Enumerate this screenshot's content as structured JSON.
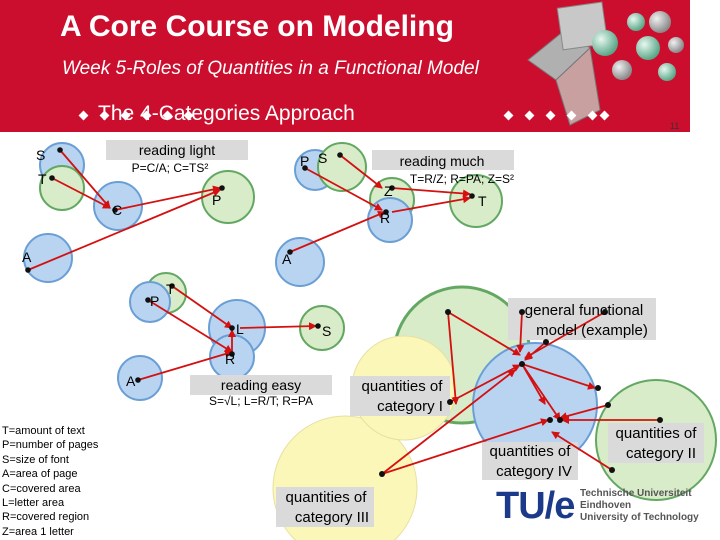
{
  "header": {
    "title": "A Core Course on Modeling",
    "subtitle": "Week 5-Roles of Quantities in a Functional Model",
    "approach": "The 4-Categories Approach",
    "slide_number": "11"
  },
  "diagram": {
    "reading_light": {
      "label": "reading light",
      "formula": "P=C/A; C=TS²",
      "nodes": [
        "S",
        "T",
        "C",
        "P",
        "A"
      ]
    },
    "reading_much": {
      "label": "reading much",
      "formula": "T=R/Z; R=PA; Z=S²",
      "nodes": [
        "P",
        "S",
        "Z",
        "T",
        "R",
        "A"
      ]
    },
    "reading_easy": {
      "label": "reading easy",
      "formula": "S=√L; L=R/T; R=PA",
      "nodes": [
        "T",
        "P",
        "L",
        "S",
        "R",
        "A"
      ]
    },
    "general_model": {
      "label_line1": "general functional",
      "label_line2": "model (example)"
    },
    "categories": {
      "cat1": {
        "line1": "quantities of",
        "line2": "category I"
      },
      "cat2": {
        "line1": "quantities of",
        "line2": "category II"
      },
      "cat3": {
        "line1": "quantities of",
        "line2": "category III"
      },
      "cat4": {
        "line1": "quantities of",
        "line2": "category IV"
      }
    }
  },
  "legend": [
    "T=amount of text",
    "P=number of pages",
    "S=size of font",
    "A=area of page",
    "C=covered area",
    "L=letter area",
    "R=covered region",
    "Z=area 1 letter"
  ],
  "logo": {
    "mark": "TU/e",
    "name_line1": "Technische Universiteit",
    "name_line2": "Eindhoven",
    "name_line3": "University of Technology"
  },
  "colors": {
    "header_red": "#cc0e2e",
    "arrow_red": "#d41010",
    "circle_green_fill": "#d8ecc9",
    "circle_green_stroke": "#63a862",
    "circle_blue_fill": "#b8d4f0",
    "circle_blue_stroke": "#6a9fd6",
    "circle_yellow_fill": "#fbf7b8"
  }
}
